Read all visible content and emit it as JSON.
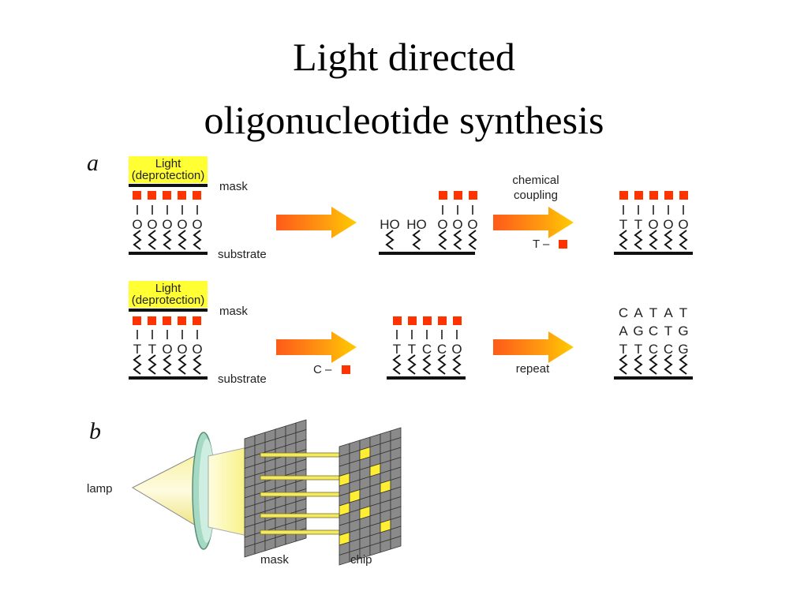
{
  "title": {
    "line1": "Light directed",
    "line2": "oligonucleotide synthesis"
  },
  "panel_a": {
    "letter": "a",
    "row1": {
      "light_label": "Light",
      "light_sublabel": "(deprotection)",
      "mask_label": "mask",
      "substrate_label": "substrate",
      "start_bases": [
        "O",
        "O",
        "O",
        "O",
        "O"
      ],
      "after_exposure": [
        "HO",
        "HO",
        "O",
        "O",
        "O"
      ],
      "arrow2_label_line1": "chemical",
      "arrow2_label_line2": "coupling",
      "reagent": "T –",
      "result_bases": [
        "T",
        "T",
        "O",
        "O",
        "O"
      ]
    },
    "row2": {
      "light_label": "Light",
      "light_sublabel": "(deprotection)",
      "mask_label": "mask",
      "substrate_label": "substrate",
      "start_bases": [
        "T",
        "T",
        "O",
        "O",
        "O"
      ],
      "reagent": "C –",
      "coupled_bases": [
        "T",
        "T",
        "C",
        "C",
        "O"
      ],
      "arrow2_label": "repeat",
      "final_row1": [
        "C",
        "A",
        "T",
        "A",
        "T"
      ],
      "final_row2": [
        "A",
        "G",
        "C",
        "T",
        "G"
      ],
      "final_row3": [
        "T",
        "T",
        "C",
        "C",
        "G"
      ]
    }
  },
  "panel_b": {
    "letter": "b",
    "lamp_label": "lamp",
    "mask_label": "mask",
    "chip_label": "chip"
  },
  "colors": {
    "light_box": "#ffff33",
    "protect_square": "#ff3300",
    "arrow_start": "#ff5500",
    "arrow_end": "#ffcc00",
    "chip_spot": "#ffee33",
    "grid": "#555555",
    "lens": "#a6d9c4"
  }
}
